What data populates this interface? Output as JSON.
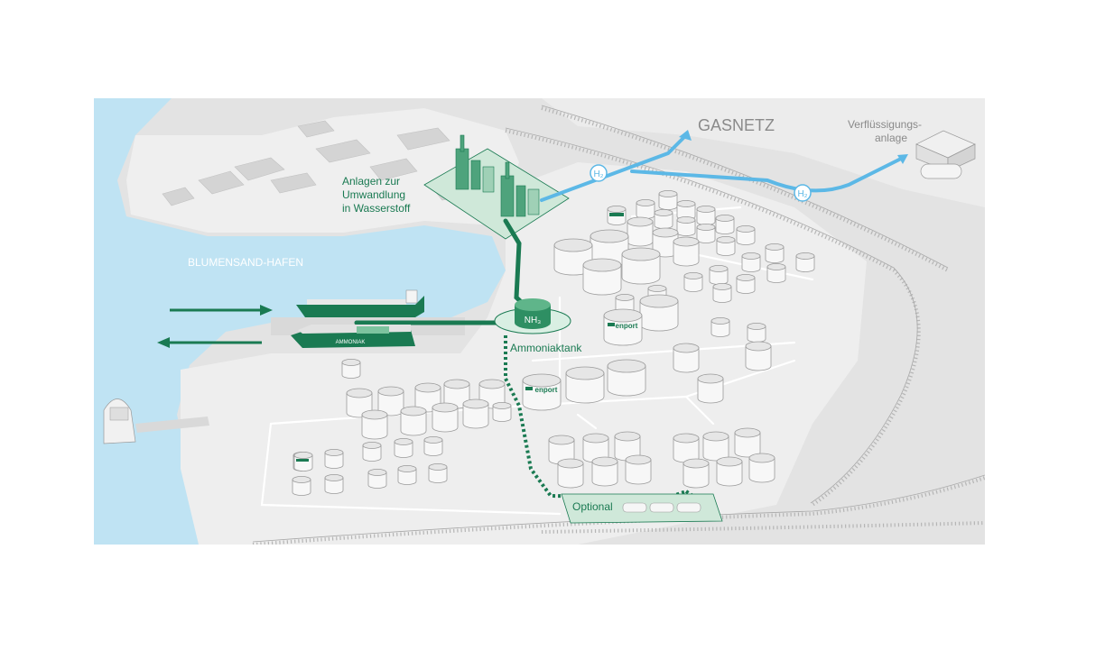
{
  "labels": {
    "gasnetz": "GASNETZ",
    "verfluessigung_line1": "Verflüssigungs-",
    "verfluessigung_line2": "anlage",
    "anlagen_line1": "Anlagen zur",
    "anlagen_line2": "Umwandlung",
    "anlagen_line3": "in Wasserstoff",
    "hafen": "BLUMENSAND-HAFEN",
    "ammoniaktank": "Ammoniaktank",
    "optional": "Optional",
    "nh3": "NH₃",
    "h2": "H₂",
    "enport": "enport",
    "ship_name": "AMMONIAK"
  },
  "colors": {
    "water": "#bfe3f3",
    "ground": "#e3e3e3",
    "land": "#efefef",
    "accent_green": "#1a7a52",
    "hydrogen_blue": "#5cb8e6"
  },
  "icons": {
    "arrow_in": "arrow-right-icon",
    "arrow_out": "arrow-left-icon"
  }
}
